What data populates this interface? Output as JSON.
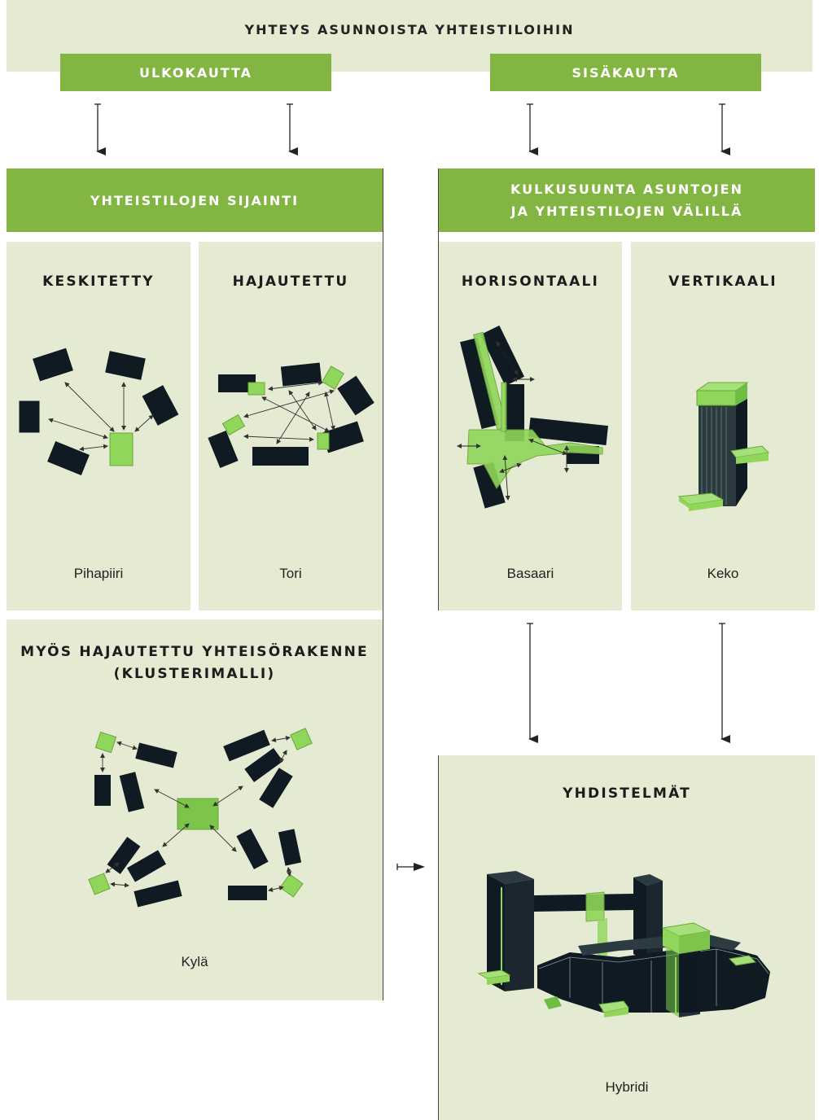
{
  "title": "YHTEYS ASUNNOISTA YHTEISTILOIHIN",
  "routes": {
    "outside": "ULKOKAUTTA",
    "inside": "SISÄKAUTTA"
  },
  "location": {
    "heading": "YHTEISTILOJEN SIJAINTI",
    "centralized": {
      "label": "KESKITETTY",
      "caption": "Pihapiiri"
    },
    "distributed": {
      "label": "HAJAUTETTU",
      "caption": "Tori"
    },
    "cluster": {
      "label_line1": "MYÖS HAJAUTETTU YHTEISÖRAKENNE",
      "label_line2": "(KLUSTERIMALLI)",
      "caption": "Kylä"
    }
  },
  "direction": {
    "heading_line1": "KULKUSUUNTA ASUNTOJEN",
    "heading_line2": "JA YHTEISTILOJEN VÄLILLÄ",
    "horizontal": {
      "label": "HORISONTAALI",
      "caption": "Basaari"
    },
    "vertical": {
      "label": "VERTIKAALI",
      "caption": "Keko"
    }
  },
  "combinations": {
    "label": "YHDISTELMÄT",
    "caption": "Hybridi"
  },
  "colors": {
    "green": "#82b541",
    "panel": "#e5ead3",
    "dark": "#0f1a22",
    "light_green": "#8fd65a"
  }
}
